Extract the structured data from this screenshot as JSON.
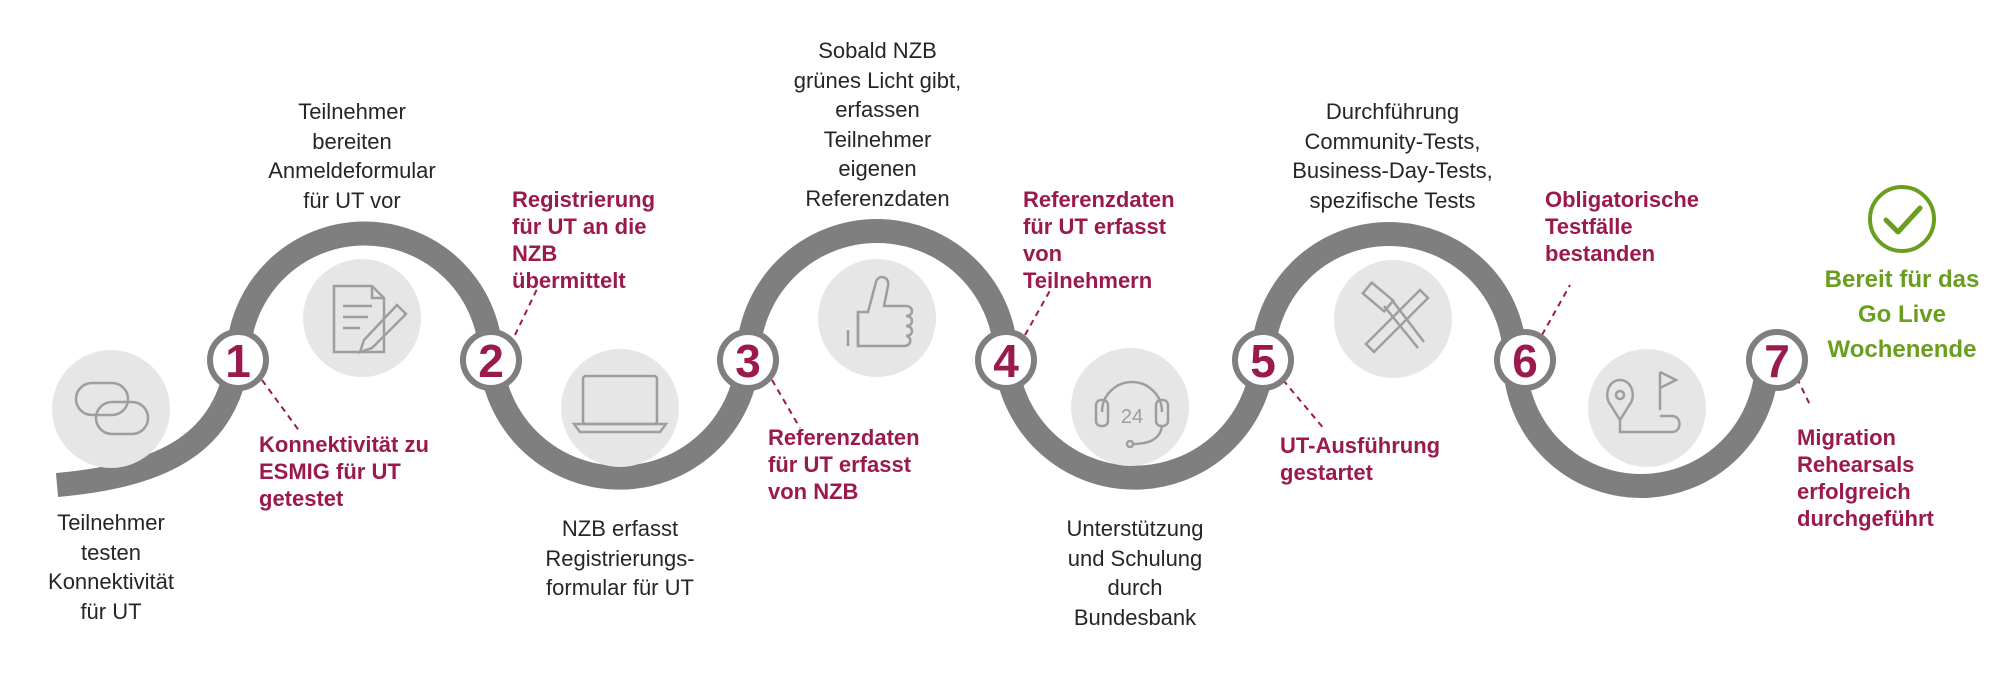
{
  "steps": [
    {
      "number": "1",
      "icon": "linked-chain-icon",
      "description": "Teilnehmer\ntesten\nKonnektivität\nfür UT",
      "milestone": "Konnektivität zu\nESMIG für UT\ngetestet"
    },
    {
      "number": "2",
      "icon": "form-edit-icon",
      "description": "Teilnehmer\nbereiten\nAnmeldeformular\nfür UT vor",
      "milestone": "Registrierung\nfür UT an die\nNZB\nübermittelt"
    },
    {
      "number": "3",
      "icon": "laptop-icon",
      "description": "NZB erfasst\nRegistrierungs-\nformular für UT",
      "milestone": "Referenzdaten\nfür UT erfasst\nvon NZB"
    },
    {
      "number": "4",
      "icon": "thumbs-up-icon",
      "description": "Sobald NZB\ngrünes Licht gibt,\nerfassen\nTeilnehmer\neigenen\nReferenzdaten",
      "milestone": "Referenzdaten\nfür UT erfasst\nvon\nTeilnehmern"
    },
    {
      "number": "5",
      "icon": "headset-24-icon",
      "description": "Unterstützung\nund Schulung\ndurch\nBundesbank",
      "milestone": "UT-Ausführung\ngestartet"
    },
    {
      "number": "6",
      "icon": "hammer-wrench-icon",
      "description": "Durchführung\nCommunity-Tests,\nBusiness-Day-Tests,\nspezifische Tests",
      "milestone": "Obligatorische\nTestfälle\nbestanden"
    },
    {
      "number": "7",
      "icon": "route-flag-icon",
      "description": "",
      "milestone": "Migration\nRehearsals\nerfolgreich\ndurchgeführt"
    }
  ],
  "final": {
    "icon": "check-circle-icon",
    "label": "Bereit für das\nGo Live\nWochenende"
  },
  "colors": {
    "path": "#7f7f7f",
    "accent": "#9a1a4e",
    "success": "#6a9e1f",
    "icon_bg": "#e6e6e6",
    "icon_line": "#9e9e9e"
  }
}
